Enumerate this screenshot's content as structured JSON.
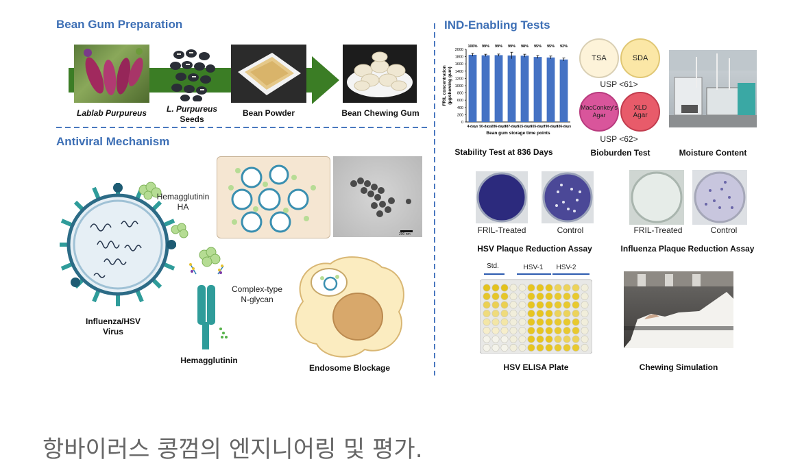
{
  "sections": {
    "bean_gum_preparation": "Bean Gum Preparation",
    "antiviral_mechanism": "Antiviral Mechanism",
    "ind_enabling_tests": "IND-Enabling Tests"
  },
  "prep_steps": [
    {
      "label": "Lablab Purpureus",
      "italic": true
    },
    {
      "label_italic": "L. Purpureus",
      "label_rest": "Seeds"
    },
    {
      "label": "Bean Powder"
    },
    {
      "label": "Bean Chewing Gum"
    }
  ],
  "mechanism": {
    "virus_label_1": "Influenza/HSV",
    "virus_label_2": "Virus",
    "ha_label_1": "Hemagglutinin",
    "ha_label_2": "HA",
    "glycan_label_1": "Complex-type",
    "glycan_label_2": "N-glycan",
    "hemagglutinin_label": "Hemagglutinin",
    "endosome_label": "Endosome Blockage",
    "em_scalebar": "200 nm"
  },
  "tests": {
    "stability_caption": "Stability Test at 836 Days",
    "bioburden_caption": "Bioburden Test",
    "moisture_caption": "Moisture Content",
    "usp61": "USP <61>",
    "usp62": "USP <62>",
    "plates": {
      "tsa": "TSA",
      "sda": "SDA",
      "macconkey_1": "MacConkey's",
      "macconkey_2": "Agar",
      "xld_1": "XLD",
      "xld_2": "Agar"
    },
    "hsv_plaque": {
      "treated": "FRIL-Treated",
      "control": "Control",
      "caption": "HSV Plaque Reduction Assay"
    },
    "flu_plaque": {
      "treated": "FRIL-Treated",
      "control": "Control",
      "caption": "Influenza Plaque Reduction Assay"
    },
    "elisa": {
      "std": "Std.",
      "hsv1": "HSV-1",
      "hsv2": "HSV-2",
      "caption": "HSV ELISA Plate"
    },
    "chewing_caption": "Chewing Simulation"
  },
  "chart_data": {
    "type": "bar",
    "categories": [
      "4-days",
      "50-days",
      "286-days",
      "387-days",
      "515-days",
      "655-days",
      "790-days",
      "836-days"
    ],
    "values": [
      1850,
      1835,
      1840,
      1830,
      1825,
      1790,
      1775,
      1720
    ],
    "error": [
      40,
      30,
      30,
      90,
      40,
      40,
      40,
      40
    ],
    "data_labels": [
      "100%",
      "99%",
      "99%",
      "99%",
      "98%",
      "95%",
      "95%",
      "92%"
    ],
    "xlabel": "Bean gum storage time points",
    "ylabel_1": "FRIL concentration",
    "ylabel_2": "(µg/chewing gum)",
    "ylim": [
      0,
      2000
    ],
    "yticks": [
      0,
      200,
      400,
      600,
      800,
      1000,
      1200,
      1400,
      1600,
      1800,
      2000
    ],
    "color": "#4472c4"
  },
  "caption_korean": "항바이러스 콩껌의 엔지니어링 및 평가."
}
